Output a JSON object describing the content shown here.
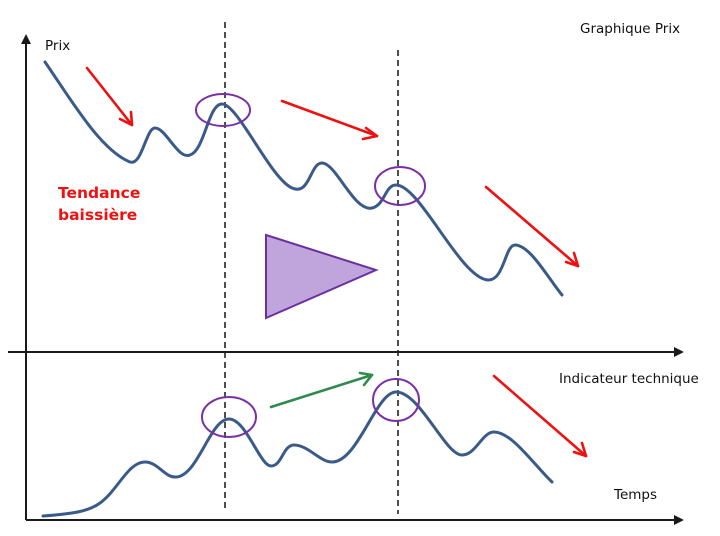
{
  "labels": {
    "price_axis": "Prix",
    "price_chart_title": "Graphique Prix",
    "trend_line1": "Tendance",
    "trend_line2": "baissière",
    "indicator_title": "Indicateur technique",
    "time_axis": "Temps"
  },
  "colors": {
    "curve": "#3a5a8a",
    "trend_arrow": "#ee1111",
    "indicator_arrow": "#2e8b4f",
    "highlight_ellipse": "#7a2fa5",
    "triangle_fill": "#c0a4dc",
    "triangle_stroke": "#6a30a0",
    "axis": "#1a1a1a",
    "guide": "#222222"
  },
  "chart_data": {
    "type": "line",
    "title": "Graphique Prix / Indicateur technique",
    "description": "Divergence diagram: price makes lower highs (bearish trend) while the technical indicator makes higher highs",
    "xlabel": "Temps",
    "ylabel": "Prix",
    "series": [
      {
        "name": "Prix",
        "points": [
          [
            45,
            62
          ],
          [
            130,
            162
          ],
          [
            155,
            128
          ],
          [
            190,
            155
          ],
          [
            222,
            104
          ],
          [
            295,
            188
          ],
          [
            322,
            163
          ],
          [
            372,
            208
          ],
          [
            395,
            185
          ],
          [
            488,
            280
          ],
          [
            515,
            245
          ],
          [
            562,
            295
          ]
        ]
      },
      {
        "name": "Indicateur technique",
        "points": [
          [
            43,
            516
          ],
          [
            100,
            503
          ],
          [
            145,
            462
          ],
          [
            175,
            477
          ],
          [
            228,
            419
          ],
          [
            272,
            465
          ],
          [
            292,
            445
          ],
          [
            330,
            462
          ],
          [
            395,
            392
          ],
          [
            460,
            455
          ],
          [
            492,
            432
          ],
          [
            552,
            482
          ]
        ]
      }
    ],
    "annotations": [
      {
        "type": "arrow",
        "color": "red",
        "from": [
          87,
          68
        ],
        "to": [
          132,
          125
        ]
      },
      {
        "type": "arrow",
        "color": "red",
        "from": [
          282,
          101
        ],
        "to": [
          377,
          136
        ]
      },
      {
        "type": "arrow",
        "color": "red",
        "from": [
          486,
          187
        ],
        "to": [
          578,
          266
        ]
      },
      {
        "type": "arrow",
        "color": "green",
        "from": [
          271,
          407
        ],
        "to": [
          372,
          375
        ]
      },
      {
        "type": "arrow",
        "color": "red",
        "from": [
          494,
          376
        ],
        "to": [
          586,
          456
        ]
      },
      {
        "type": "ellipse",
        "at": [
          222,
          110
        ]
      },
      {
        "type": "ellipse",
        "at": [
          400,
          186
        ]
      },
      {
        "type": "ellipse",
        "at": [
          229,
          417
        ]
      },
      {
        "type": "ellipse",
        "at": [
          396,
          400
        ]
      },
      {
        "type": "vline",
        "x": 225
      },
      {
        "type": "vline",
        "x": 398
      },
      {
        "type": "triangle",
        "points": [
          [
            266,
            235
          ],
          [
            376,
            270
          ],
          [
            266,
            318
          ]
        ]
      }
    ]
  }
}
